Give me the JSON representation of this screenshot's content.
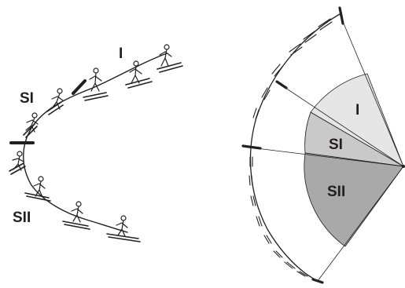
{
  "left_panel": {
    "labels": {
      "phase_1": "I",
      "phase_2": "SI",
      "phase_3": "SII"
    }
  },
  "right_panel": {
    "labels": {
      "sector_1": "I",
      "sector_2": "SI",
      "sector_3": "SII"
    }
  },
  "colors": {
    "ink": "#231f20",
    "sector_1_fill": "#e6e6e6",
    "sector_2_fill": "#c9c9c9",
    "sector_3_fill": "#a9a9a9"
  }
}
